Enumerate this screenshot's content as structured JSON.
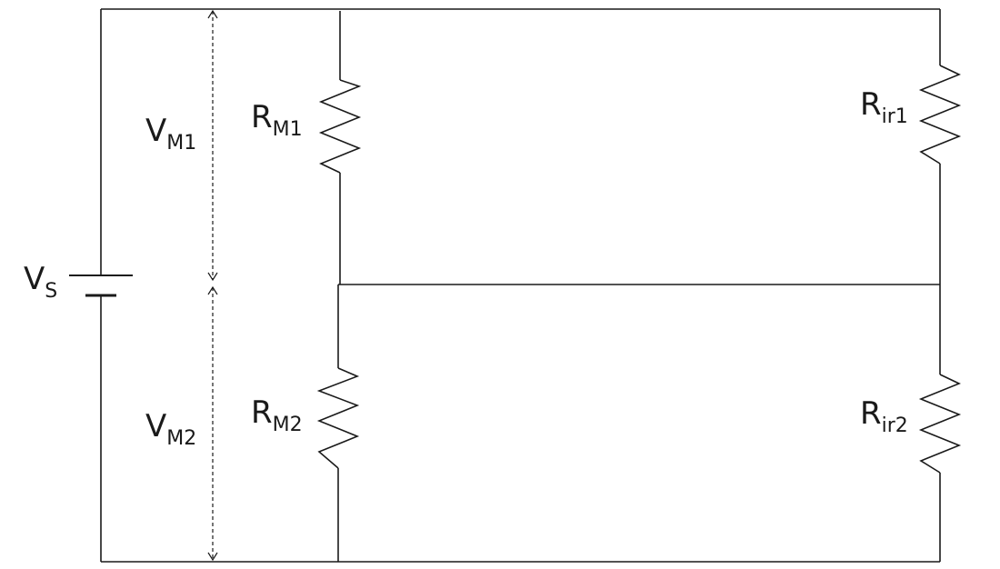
{
  "labels": {
    "vs_main": "V",
    "vs_sub": "S",
    "vm1_main": "V",
    "vm1_sub": "M1",
    "vm2_main": "V",
    "vm2_sub": "M2",
    "rm1_main": "R",
    "rm1_sub": "M1",
    "rm2_main": "R",
    "rm2_sub": "M2",
    "rir1_main": "R",
    "rir1_sub": "ir1",
    "rir2_main": "R",
    "rir2_sub": "ir2"
  },
  "colors": {
    "line": "#1a1a1a",
    "background": "#ffffff"
  }
}
